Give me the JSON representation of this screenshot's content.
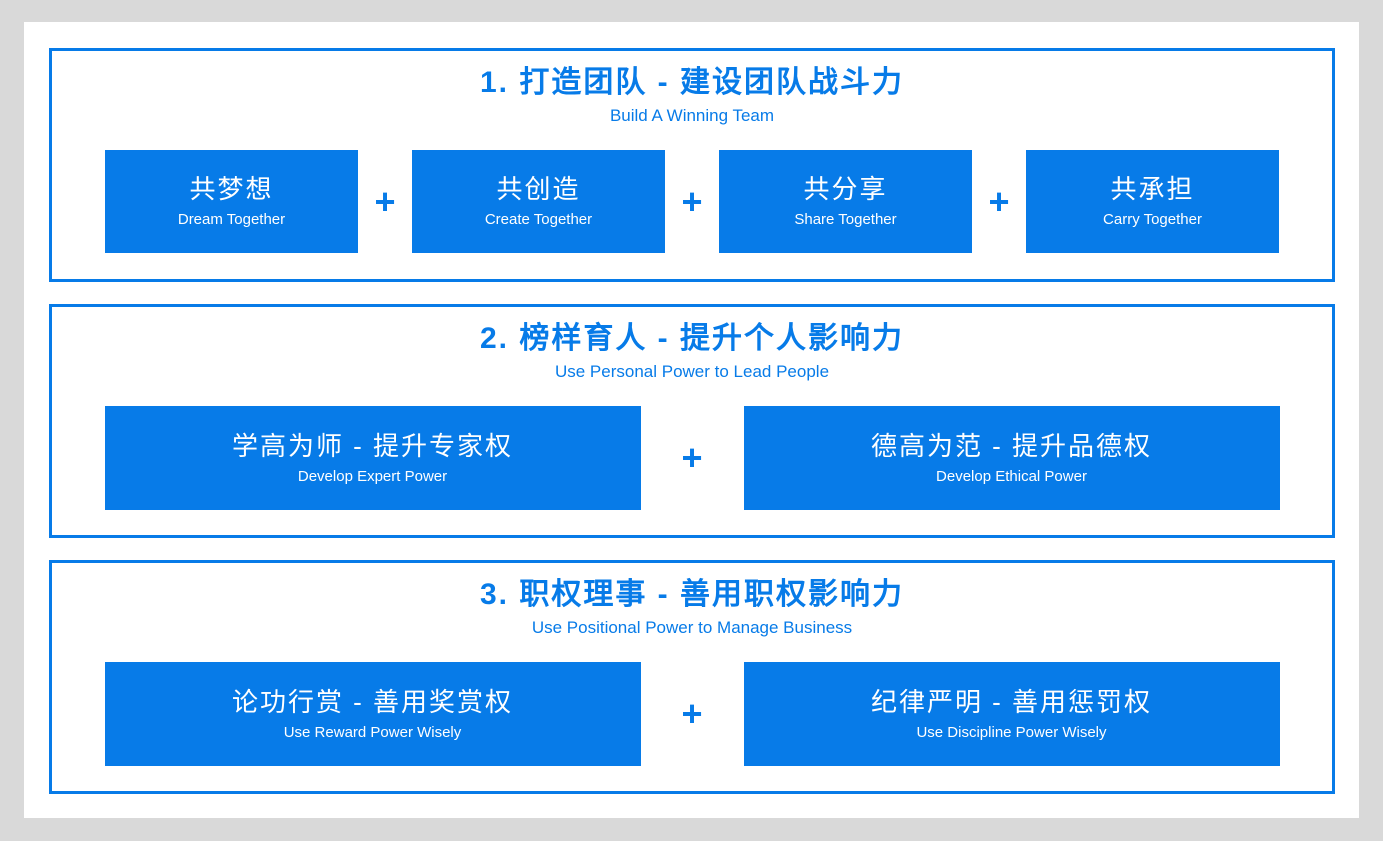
{
  "colors": {
    "background": "#d9d9d9",
    "card": "#ffffff",
    "accent": "#077be8",
    "box_text": "#ffffff"
  },
  "plus_sign": "+",
  "sections": [
    {
      "title": "1. 打造团队 - 建设团队战斗力",
      "subtitle": "Build A Winning Team",
      "boxes": [
        {
          "zh": "共梦想",
          "en": "Dream Together"
        },
        {
          "zh": "共创造",
          "en": "Create Together"
        },
        {
          "zh": "共分享",
          "en": "Share Together"
        },
        {
          "zh": "共承担",
          "en": "Carry Together"
        }
      ]
    },
    {
      "title": "2. 榜样育人 - 提升个人影响力",
      "subtitle": "Use Personal Power to Lead People",
      "boxes": [
        {
          "zh": "学高为师 - 提升专家权",
          "en": "Develop Expert Power"
        },
        {
          "zh": "德高为范 - 提升品德权",
          "en": "Develop Ethical Power"
        }
      ]
    },
    {
      "title": "3. 职权理事 - 善用职权影响力",
      "subtitle": "Use Positional Power to Manage Business",
      "boxes": [
        {
          "zh": "论功行赏 - 善用奖赏权",
          "en": "Use Reward Power Wisely"
        },
        {
          "zh": "纪律严明 - 善用惩罚权",
          "en": "Use Discipline Power Wisely"
        }
      ]
    }
  ]
}
